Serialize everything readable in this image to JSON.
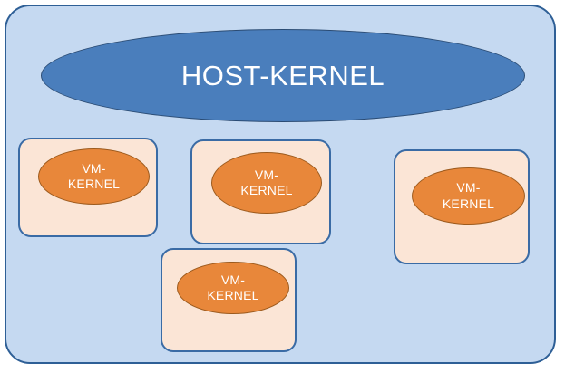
{
  "diagram": {
    "type": "virtualization-architecture",
    "host": {
      "container_name": "host-machine",
      "kernel_label": "HOST-KERNEL",
      "kernel_shape": "ellipse",
      "container_fill": "#C5D9F1",
      "container_border": "#2E5F96",
      "kernel_fill": "#4A7EBC",
      "kernel_border": "#2A4B73",
      "kernel_text_color": "#FFFFFF"
    },
    "vm_style": {
      "box_fill": "#FBE5D6",
      "box_border": "#3A6BA5",
      "ellipse_fill": "#E8873A",
      "ellipse_border": "#9C5A1D",
      "ellipse_text_color": "#FFFFFF"
    },
    "vms": [
      {
        "id": "vm-1",
        "label_line_1": "VM-",
        "label_line_2": "KERNEL"
      },
      {
        "id": "vm-2",
        "label_line_1": "VM-",
        "label_line_2": "KERNEL"
      },
      {
        "id": "vm-3",
        "label_line_1": "VM-",
        "label_line_2": "KERNEL"
      },
      {
        "id": "vm-4",
        "label_line_1": "VM-",
        "label_line_2": "KERNEL"
      }
    ]
  }
}
